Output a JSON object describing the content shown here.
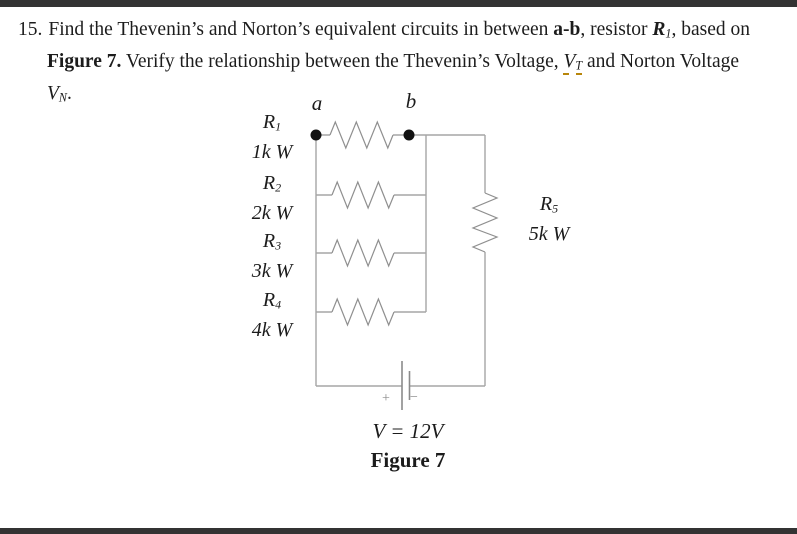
{
  "page": {
    "problem": {
      "number": "15.",
      "line1_pre": "Find the Thevenin’s and Norton’s equivalent circuits in between ",
      "line1_bold": "a-b",
      "line1_mid": ", resistor ",
      "line1_R": "R",
      "line1_R_sub": "1",
      "line1_end": ", based on",
      "line2_bold": "Figure 7.",
      "line2_mid": " Verify the relationship between the Thevenin’s Voltage, ",
      "line2_V": "V",
      "line2_V_sub": "T",
      "line2_end": " and Norton Voltage",
      "line3_V": "V",
      "line3_V_sub": "N",
      "line3_period": "."
    },
    "figure": {
      "node_a": "a",
      "node_b": "b",
      "resistors": [
        {
          "symbol": "R",
          "sub": "1",
          "value": "1k W"
        },
        {
          "symbol": "R",
          "sub": "2",
          "value": "2k W"
        },
        {
          "symbol": "R",
          "sub": "3",
          "value": "3k W"
        },
        {
          "symbol": "R",
          "sub": "4",
          "value": "4k W"
        },
        {
          "symbol": "R",
          "sub": "5",
          "value": "5k W"
        }
      ],
      "battery_plus": "+",
      "battery_minus": "−",
      "source_label": "V = 12V",
      "caption": "Figure 7"
    },
    "colors": {
      "wire": "#a6a6a6",
      "component": "#8f8f8f",
      "text": "#1c1c1c",
      "spellcheck_underline": "#b8860b",
      "border_bar": "#333333"
    }
  }
}
